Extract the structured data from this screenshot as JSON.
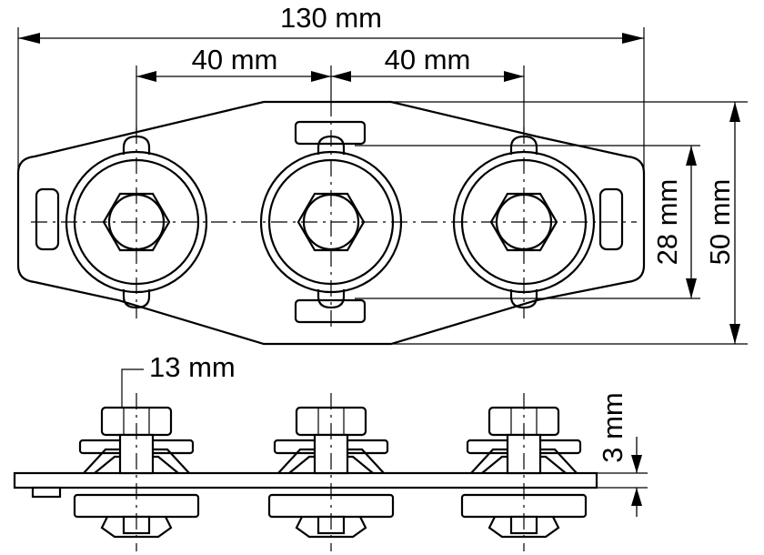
{
  "dimensions": {
    "overall_length": "130 mm",
    "bolt_spacing_left": "40 mm",
    "bolt_spacing_right": "40 mm",
    "clamp_gap": "28 mm",
    "overall_width": "50 mm",
    "nut_size": "13 mm",
    "plate_thickness": "3 mm"
  },
  "views": [
    "top-view",
    "side-view"
  ]
}
